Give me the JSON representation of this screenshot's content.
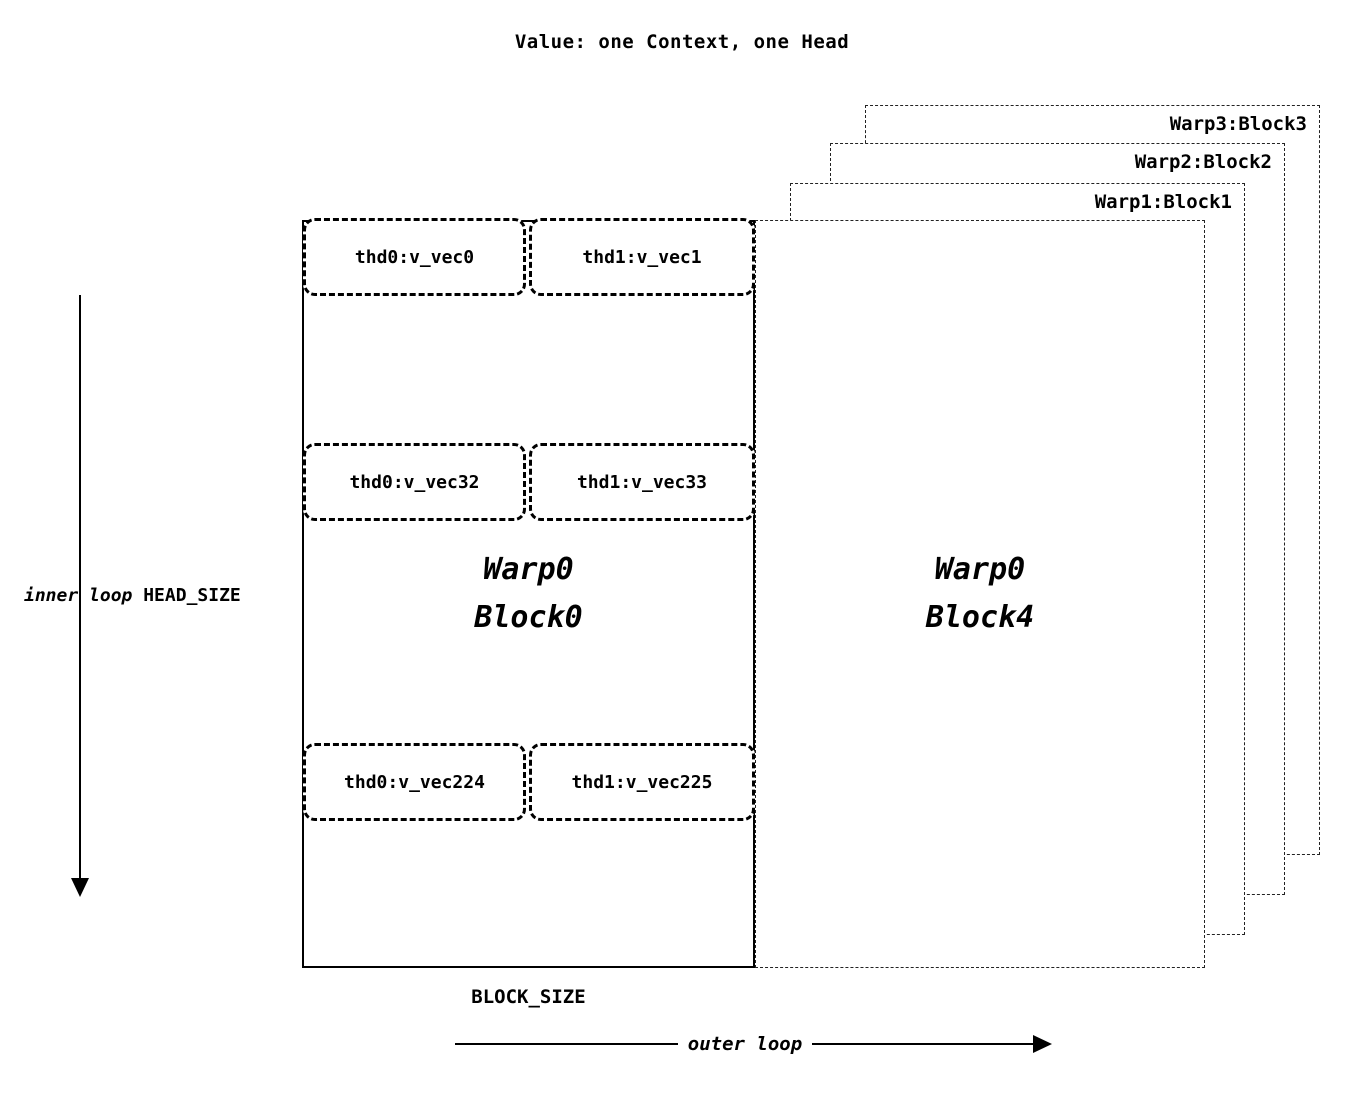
{
  "title": "Value: one Context, one Head",
  "main_block": {
    "label_line1": "Warp0",
    "label_line2": "Block0",
    "thread_rows": [
      {
        "left": "thd0:v_vec0",
        "right": "thd1:v_vec1"
      },
      {
        "left": "thd0:v_vec32",
        "right": "thd1:v_vec33"
      },
      {
        "left": "thd0:v_vec224",
        "right": "thd1:v_vec225"
      }
    ]
  },
  "front_block": {
    "label_line1": "Warp0",
    "label_line2": "Block4"
  },
  "stacked_blocks": [
    {
      "label": "Warp3:Block3"
    },
    {
      "label": "Warp2:Block2"
    },
    {
      "label": "Warp1:Block1"
    }
  ],
  "labels": {
    "inner_loop": "inner loop",
    "head_size": "HEAD_SIZE",
    "block_size": "BLOCK_SIZE",
    "outer_loop": "outer loop"
  },
  "colors": {
    "ink": "#000000",
    "background": "#ffffff"
  }
}
